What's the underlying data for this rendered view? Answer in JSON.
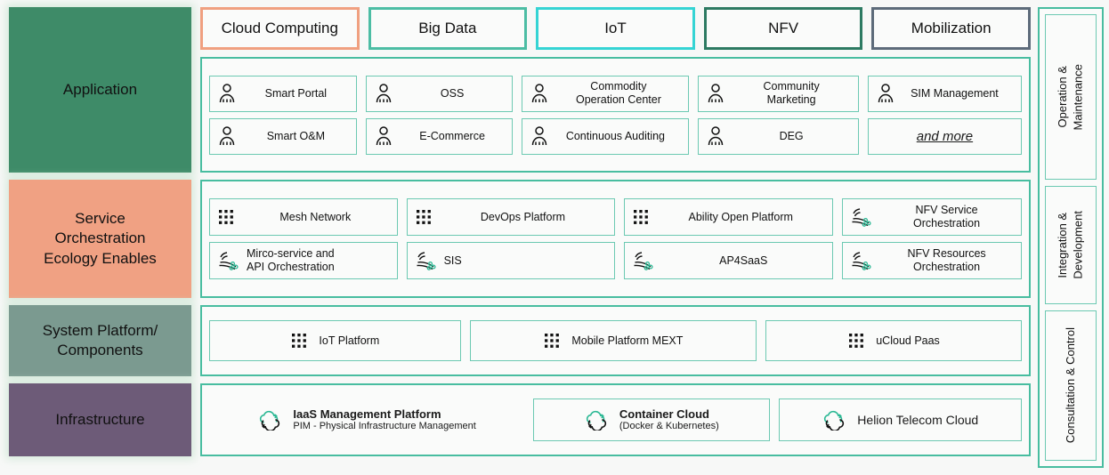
{
  "colors": {
    "accent_teal": "#48bda0",
    "cell_border": "#6cc9b2",
    "application_block": "#3e8b68",
    "service_block": "#f0a183",
    "system_block": "#7b9a90",
    "infrastructure_block": "#6d5b78",
    "tag_cloud_computing": "#f0a080",
    "tag_big_data": "#4cbda4",
    "tag_iot": "#35d4d4",
    "tag_nfv": "#2d7a62",
    "tag_mobilization": "#5d6b7a"
  },
  "tags": [
    {
      "label": "Cloud Computing",
      "color": "#f0a080"
    },
    {
      "label": "Big Data",
      "color": "#4cbda4"
    },
    {
      "label": "IoT",
      "color": "#35d4d4"
    },
    {
      "label": "NFV",
      "color": "#2d7a62"
    },
    {
      "label": "Mobilization",
      "color": "#5d6b7a"
    }
  ],
  "rows": [
    {
      "label": "Application",
      "block_color": "#3e8b68",
      "items_top": [
        {
          "line1": "Smart Portal",
          "line2": "",
          "icon": "person-icon"
        },
        {
          "line1": "OSS",
          "line2": "",
          "icon": "person-icon"
        },
        {
          "line1": "Commodity",
          "line2": "Operation Center",
          "icon": "person-icon"
        },
        {
          "line1": "Community",
          "line2": "Marketing",
          "icon": "person-icon"
        },
        {
          "line1": "SIM Management",
          "line2": "",
          "icon": "person-icon"
        }
      ],
      "items_bottom": [
        {
          "line1": "Smart O&M",
          "line2": "",
          "icon": "person-icon"
        },
        {
          "line1": "E-Commerce",
          "line2": "",
          "icon": "person-icon"
        },
        {
          "line1": "Continuous Auditing",
          "line2": "",
          "icon": "person-icon"
        },
        {
          "line1": "DEG",
          "line2": "",
          "icon": "person-icon"
        },
        {
          "line1": "and more",
          "line2": "",
          "icon": "none"
        }
      ]
    },
    {
      "label": "Service\nOrchestration\nEcology Enables",
      "block_color": "#f0a183",
      "items_top": [
        {
          "line1": "Mesh Network",
          "line2": "",
          "icon": "grid-dots-icon"
        },
        {
          "line1": "DevOps Platform",
          "line2": "",
          "icon": "grid-dots-icon"
        },
        {
          "line1": "Ability Open Platform",
          "line2": "",
          "icon": "grid-dots-icon"
        },
        {
          "line1": "NFV Service",
          "line2": "Orchestration",
          "icon": "orchestration-icon"
        }
      ],
      "items_bottom": [
        {
          "line1": "Mirco-service and",
          "line2": "API Orchestration",
          "icon": "orchestration-icon"
        },
        {
          "line1": "SIS",
          "line2": "",
          "icon": "orchestration-icon"
        },
        {
          "line1": "AP4SaaS",
          "line2": "",
          "icon": "orchestration-icon"
        },
        {
          "line1": "NFV Resources",
          "line2": "Orchestration",
          "icon": "orchestration-icon"
        }
      ]
    },
    {
      "label": "System Platform/\nComponents",
      "block_color": "#7b9a90",
      "items_top": [
        {
          "line1": "IoT Platform",
          "line2": "",
          "icon": "grid-dots-icon"
        },
        {
          "line1": "Mobile Platform MEXT",
          "line2": "",
          "icon": "grid-dots-icon"
        },
        {
          "line1": "uCloud Paas",
          "line2": "",
          "icon": "grid-dots-icon"
        }
      ],
      "items_bottom": []
    },
    {
      "label": "Infrastructure",
      "block_color": "#6d5b78",
      "items_top": [
        {
          "line1": "IaaS Management Platform",
          "line2": "PIM - Physical Infrastructure Management",
          "icon": "cloud-refresh-icon"
        },
        {
          "line1": "Container Cloud",
          "line2": "(Docker & Kubernetes)",
          "icon": "cloud-refresh-icon"
        },
        {
          "line1": "Helion Telecom Cloud",
          "line2": "",
          "icon": "cloud-refresh-icon"
        }
      ],
      "items_bottom": []
    }
  ],
  "sidebar": {
    "items": [
      {
        "label": "Operation &\nMaintenance"
      },
      {
        "label": "Integration &\nDevelopment"
      },
      {
        "label": "Consultation & Control"
      }
    ]
  }
}
